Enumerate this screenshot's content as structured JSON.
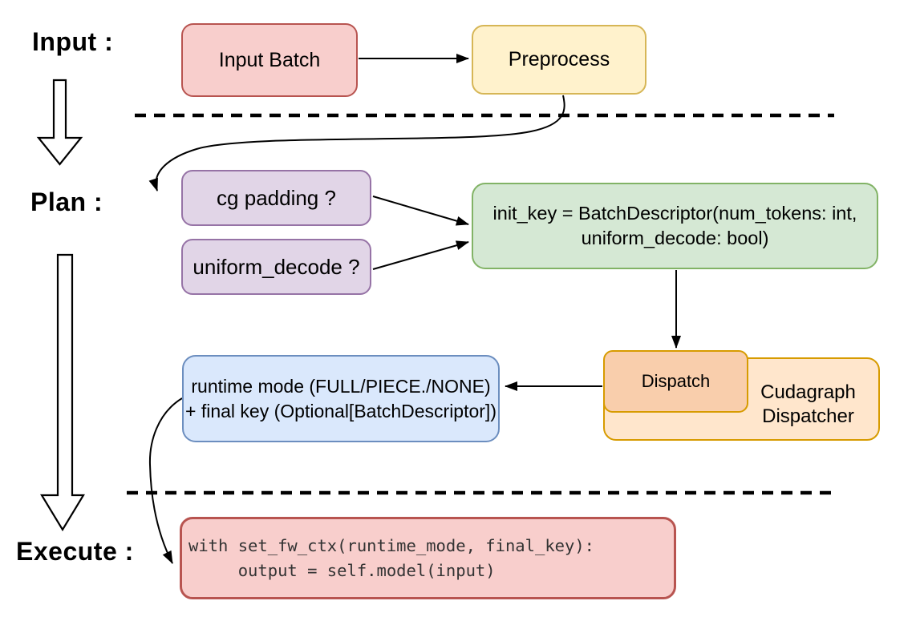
{
  "diagram": {
    "stage_labels": {
      "input": "Input :",
      "plan": "Plan :",
      "execute": "Execute :"
    },
    "nodes": {
      "input_batch": {
        "label": "Input Batch",
        "fill": "#F8CECC",
        "stroke": "#B85450"
      },
      "preprocess": {
        "label": "Preprocess",
        "fill": "#FFF2CC",
        "stroke": "#D6B656"
      },
      "cg_padding": {
        "label": "cg padding ?",
        "fill": "#E1D5E7",
        "stroke": "#9673A6"
      },
      "uniform_decode": {
        "label": "uniform_decode ?",
        "fill": "#E1D5E7",
        "stroke": "#9673A6"
      },
      "init_key": {
        "line1": "init_key = BatchDescriptor(num_tokens: int,",
        "line2": "uniform_decode: bool)",
        "fill": "#D5E8D4",
        "stroke": "#82B366"
      },
      "dispatch": {
        "label": "Dispatch",
        "fill": "#F9CEAC",
        "stroke": "#D79B00"
      },
      "cudagraph_dispatcher": {
        "line1": "Cudagraph",
        "line2": "Dispatcher",
        "fill": "#FFE6CC",
        "stroke": "#D79B00"
      },
      "runtime_mode": {
        "line1": "runtime mode (FULL/PIECE./NONE)",
        "line2": "+ final key (Optional[BatchDescriptor])",
        "fill": "#DAE8FC",
        "stroke": "#6C8EBF"
      },
      "execute_code": {
        "line1": "with set_fw_ctx(runtime_mode, final_key):",
        "line2": "     output = self.model(input)",
        "fill": "#F8CECC",
        "stroke": "#B85450",
        "text_color": "#333333"
      }
    },
    "edges": [
      {
        "from": "input_batch",
        "to": "preprocess",
        "style": "straight"
      },
      {
        "from": "preprocess",
        "to": "cg_padding",
        "style": "curved"
      },
      {
        "from": "cg_padding",
        "to": "init_key",
        "style": "straight"
      },
      {
        "from": "uniform_decode",
        "to": "init_key",
        "style": "straight"
      },
      {
        "from": "init_key",
        "to": "dispatch",
        "style": "straight"
      },
      {
        "from": "dispatch",
        "to": "runtime_mode",
        "style": "straight"
      },
      {
        "from": "runtime_mode",
        "to": "execute_code",
        "style": "curved"
      }
    ],
    "flow_arrows": [
      {
        "from": "input",
        "to": "plan",
        "style": "hollow-block-arrow"
      },
      {
        "from": "plan",
        "to": "execute",
        "style": "hollow-block-arrow"
      }
    ],
    "separators": [
      {
        "type": "dashed-line",
        "between": "input/plan"
      },
      {
        "type": "dashed-line",
        "between": "plan/execute"
      }
    ]
  }
}
